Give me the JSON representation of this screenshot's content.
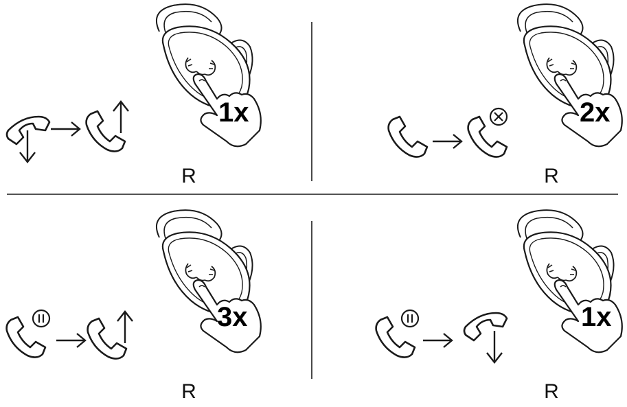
{
  "colors": {
    "ink": "#1a1a1a",
    "background": "#ffffff"
  },
  "panels": [
    {
      "id": "answer-call",
      "tap_count": "1x",
      "side": "R",
      "from_icon": "incoming-call-icon",
      "to_icon": "answer-call-icon"
    },
    {
      "id": "reject-call",
      "tap_count": "2x",
      "side": "R",
      "from_icon": "call-icon",
      "to_icon": "reject-call-icon"
    },
    {
      "id": "answer-held-call",
      "tap_count": "3x",
      "side": "R",
      "from_icon": "call-on-hold-icon",
      "to_icon": "answer-call-icon"
    },
    {
      "id": "end-held-call",
      "tap_count": "1x",
      "side": "R",
      "from_icon": "call-on-hold-icon",
      "to_icon": "hang-up-icon"
    }
  ]
}
